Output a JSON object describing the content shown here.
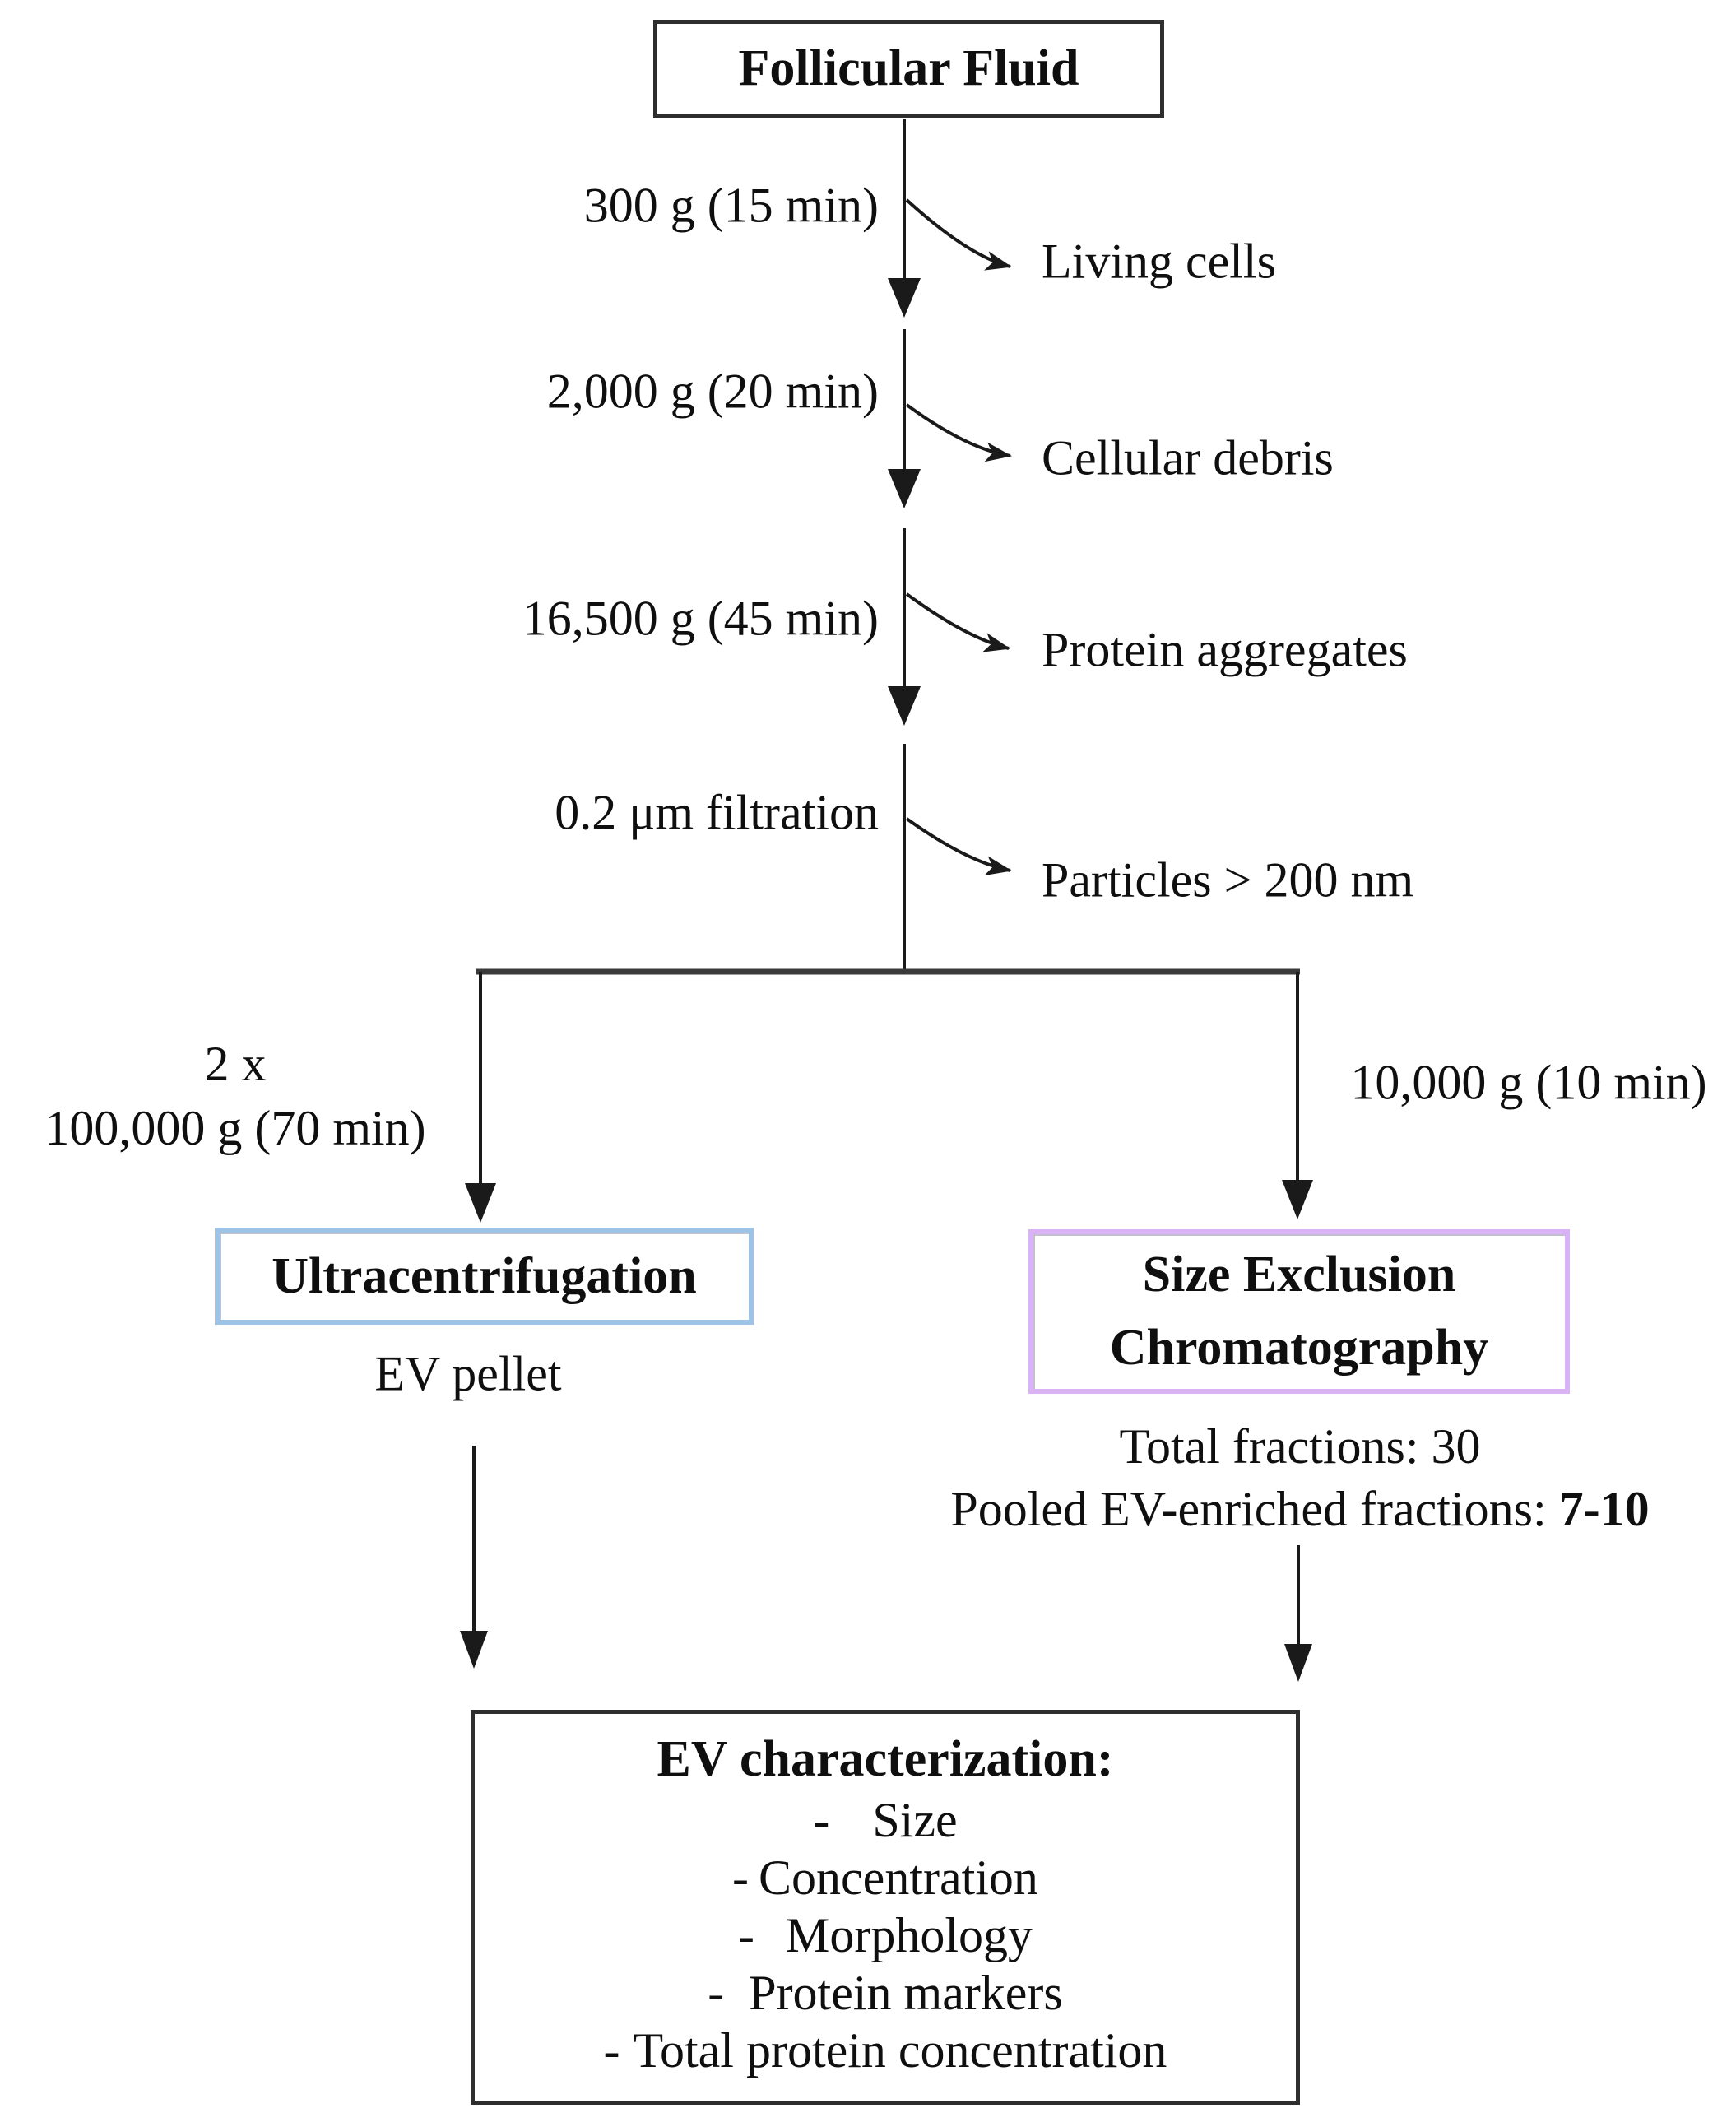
{
  "diagram": {
    "source_box": "Follicular Fluid",
    "steps": [
      {
        "label": "300 g (15 min)",
        "byproduct": "Living cells"
      },
      {
        "label": "2,000 g (20 min)",
        "byproduct": "Cellular debris"
      },
      {
        "label": "16,500 g (45 min)",
        "byproduct": "Protein aggregates"
      },
      {
        "label": "0.2 μm filtration",
        "byproduct": "Particles > 200 nm"
      }
    ],
    "left_branch": {
      "condition_line1": "2 x",
      "condition_line2": "100,000 g (70 min)",
      "method_box": "Ultracentrifugation",
      "result": "EV pellet"
    },
    "right_branch": {
      "condition": "10,000 g (10 min)",
      "method_box_line1": "Size Exclusion",
      "method_box_line2": "Chromatography",
      "note_line1": "Total fractions: 30",
      "note_line2_prefix": "Pooled EV-enriched fractions: ",
      "note_line2_bold": "7-10"
    },
    "characterization": {
      "title": "EV characterization:",
      "bullet": "-",
      "items": [
        "Size",
        "Concentration",
        "Morphology",
        "Protein markers",
        "Total protein concentration"
      ]
    },
    "colors": {
      "ultracentrifugation_border": "#9dc3e6",
      "size_exclusion_border": "#d9b3f5",
      "black_box_border": "#2e2e2e",
      "line_color": "#1a1a1a"
    }
  }
}
